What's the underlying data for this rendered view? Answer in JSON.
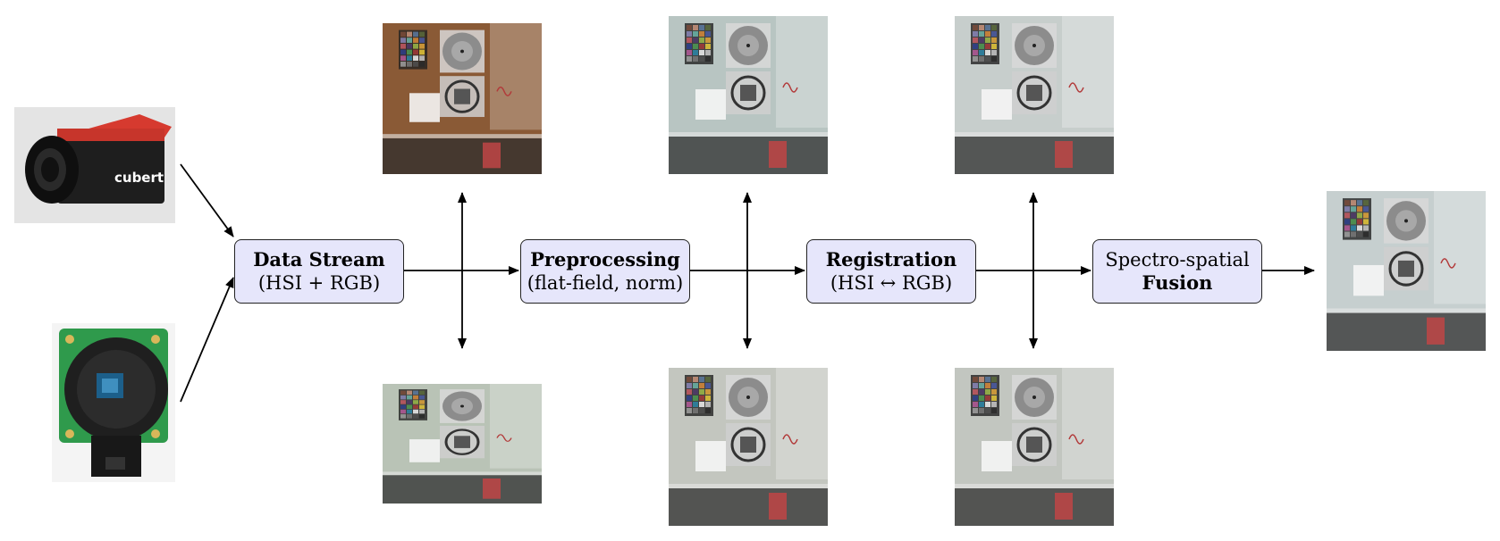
{
  "nodes": {
    "data_stream": {
      "title": "Data Stream",
      "subtitle": "(HSI + RGB)"
    },
    "preprocessing": {
      "title": "Preprocessing",
      "subtitle": "(flat-field, norm)"
    },
    "registration": {
      "title": "Registration",
      "subtitle": "(HSI ↔ RGB)"
    },
    "fusion": {
      "title": "Spectro-spatial",
      "subtitle": "Fusion"
    }
  },
  "cameras": {
    "hsi_camera": {
      "icon": "hyperspectral-camera-icon",
      "brand": "cubert",
      "colors": [
        "#1e1e1e",
        "#d63a2f"
      ]
    },
    "rgb_camera": {
      "icon": "rgb-camera-module-icon",
      "colors": [
        "#1f1f1f",
        "#2f9a4c"
      ]
    }
  },
  "scenes": {
    "stream_hsi": {
      "tint": "#8a5a36"
    },
    "stream_rgb": {
      "tint": "#b9c3b6"
    },
    "pre_hsi": {
      "tint": "#b8c5c2"
    },
    "pre_rgb": {
      "tint": "#c3c6bf"
    },
    "reg_hsi": {
      "tint": "#c7cecc"
    },
    "reg_rgb": {
      "tint": "#c2c6c0"
    },
    "fused": {
      "tint": "#c6cfcf"
    }
  },
  "colors": {
    "node_fill": "#e6e6fb",
    "edge": "#000000"
  }
}
